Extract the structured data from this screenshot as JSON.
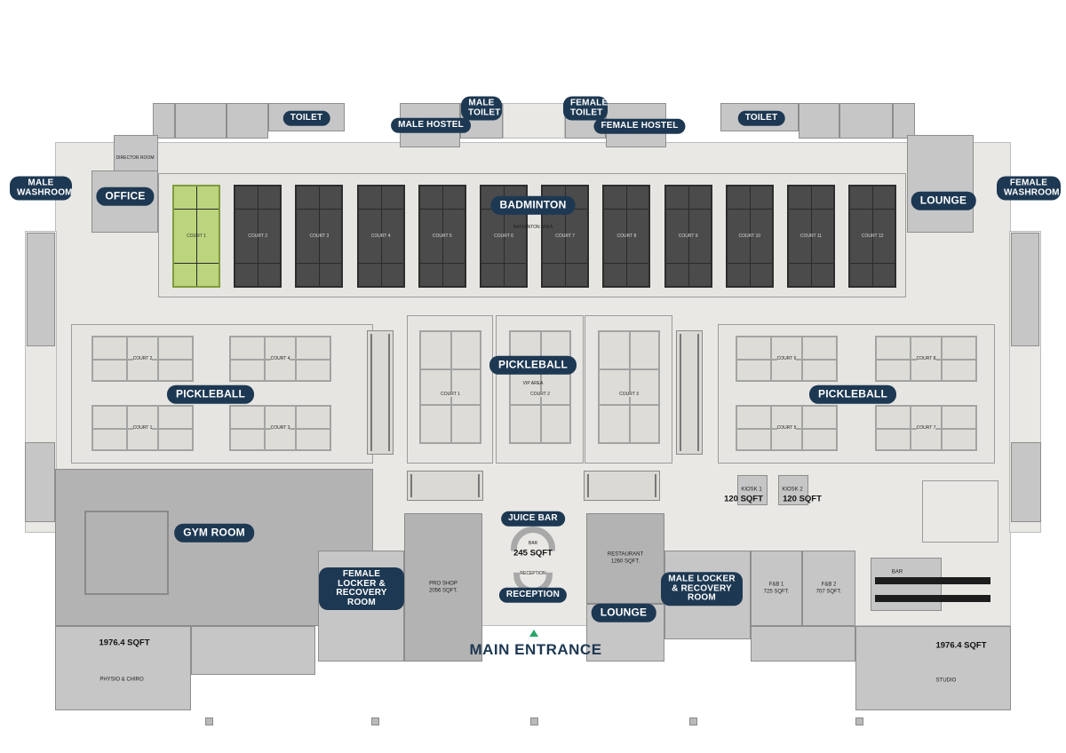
{
  "labels": {
    "male_washroom": "MALE WASHROOM",
    "female_washroom": "FEMALE WASHROOM",
    "office": "OFFICE",
    "toilet_left": "TOILET",
    "toilet_right": "TOILET",
    "male_hostel": "MALE HOSTEL",
    "male_toilet": "MALE TOILET",
    "female_toilet": "FEMALE TOILET",
    "female_hostel": "FEMALE HOSTEL",
    "lounge_right": "LOUNGE",
    "badminton": "BADMINTON",
    "pickleball_left": "PICKLEBALL",
    "pickleball_center": "PICKLEBALL",
    "pickleball_right": "PICKLEBALL",
    "gym_room": "GYM ROOM",
    "juice_bar": "JUICE BAR",
    "reception": "RECEPTION",
    "female_locker": "FEMALE LOCKER & RECOVERY ROOM",
    "lounge_bottom": "LOUNGE",
    "male_locker": "MALE LOCKER & RECOVERY ROOM",
    "main_entrance": "MAIN ENTRANCE"
  },
  "areas": {
    "juice_bar": "245 SQFT",
    "kiosk1": "120 SQFT",
    "kiosk2": "120 SQFT",
    "physio": "1976.4 SQFT",
    "studio": "1976.4 SQFT"
  },
  "small": {
    "badminton_area": "BADMINTON AREA",
    "vip_area": "VIP AREA",
    "pro_shop": "PRO SHOP",
    "pro_shop_area": "2056 SQFT.",
    "restaurant": "RESTAURANT",
    "restaurant_area": "1260 SQFT.",
    "fb1": "F&B 1",
    "fb1_area": "725 SQFT.",
    "fb2": "F&B 2",
    "fb2_area": "707 SQFT.",
    "kiosk1": "KIOSK 1",
    "kiosk2": "KIOSK 2",
    "bar": "BAR",
    "juice_bar_small": "BAR",
    "reception_small": "RECEPTION",
    "physio": "PHYSIO & CHIRO",
    "studio": "STUDIO",
    "director_room": "DIRECTOR ROOM"
  },
  "badminton_courts": [
    "COURT 1",
    "COURT 2",
    "COURT 3",
    "COURT 4",
    "COURT 5",
    "COURT 6",
    "COURT 7",
    "COURT 8",
    "COURT 9",
    "COURT 10",
    "COURT 11",
    "COURT 12"
  ],
  "pickleball_courts": {
    "left": [
      "COURT 2",
      "COURT 4",
      "COURT 1",
      "COURT 3"
    ],
    "center": [
      "COURT 1",
      "COURT 2",
      "COURT 3"
    ],
    "right": [
      "COURT 6",
      "COURT 8",
      "COURT 5",
      "COURT 7"
    ]
  },
  "colors": {
    "pill": "#1d3852",
    "court1": "#bcd47e",
    "court": "#4b4b4b",
    "entrance_marker": "#2aa566"
  }
}
